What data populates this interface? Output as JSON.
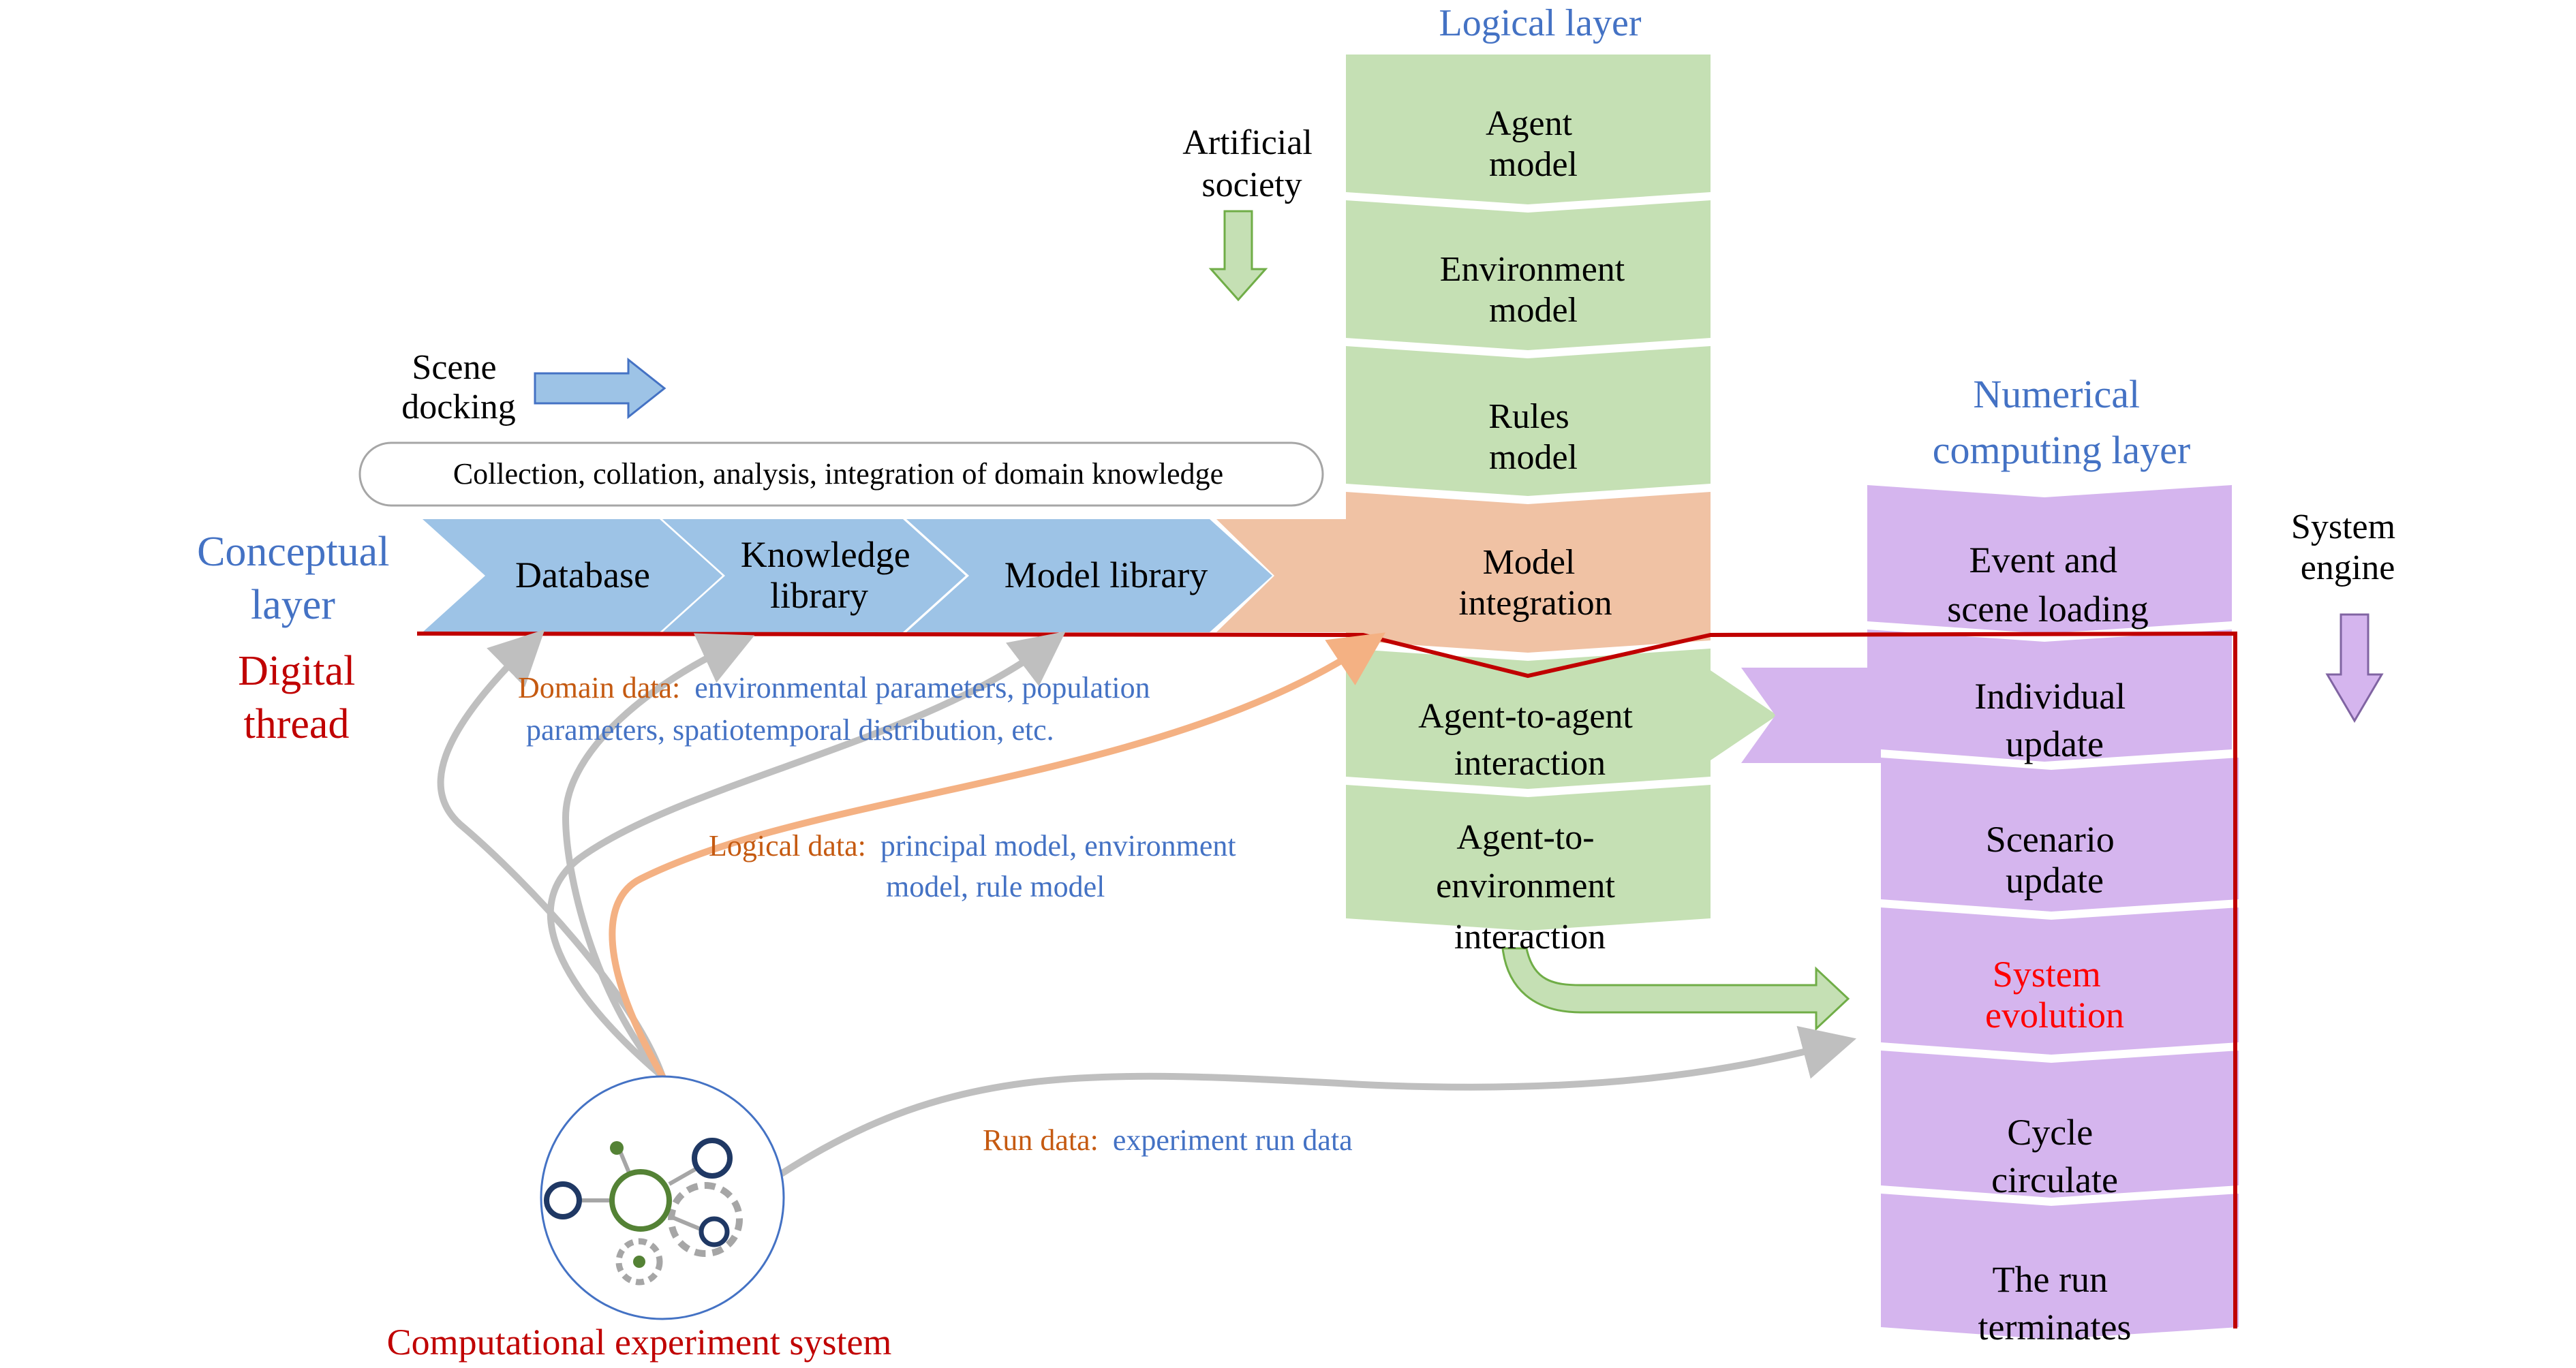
{
  "colors": {
    "blue_text": "#4472C4",
    "dark_red": "#C00000",
    "bright_red": "#FF0000",
    "orange_text": "#C55A11",
    "black": "#000000",
    "blue_fill": "#9DC3E6",
    "green_fill": "#C5E0B4",
    "orange_fill": "#F0C2A4",
    "purple_fill": "#D5B5EE",
    "grey_arrow": "#BFBFBF",
    "peach_arrow": "#F4B183"
  },
  "layers": {
    "logical": "Logical layer",
    "numerical": [
      "Numerical",
      "computing layer"
    ],
    "conceptual": [
      "Conceptual",
      "layer"
    ],
    "digital_thread": [
      "Digital",
      "thread"
    ]
  },
  "labels": {
    "artificial_society": [
      "Artificial",
      "society"
    ],
    "scene_docking": [
      "Scene",
      "docking"
    ],
    "system_engine": [
      "System",
      "engine"
    ],
    "domain_banner": "Collection, collation, analysis, integration of domain knowledge",
    "computational_system": "Computational experiment system"
  },
  "conceptual_chevrons": {
    "database": "Database",
    "knowledge": [
      "Knowledge",
      "library"
    ],
    "model_library": "Model library"
  },
  "logical_blocks": {
    "agent": [
      "Agent",
      "model"
    ],
    "environment": [
      "Environment",
      "model"
    ],
    "rules": [
      "Rules",
      "model"
    ],
    "integration": [
      "Model",
      "integration"
    ],
    "agent_agent": [
      "Agent-to-agent",
      "interaction"
    ],
    "agent_env": [
      "Agent-to-",
      "environment",
      "interaction"
    ]
  },
  "numerical_blocks": {
    "event": [
      "Event and",
      "scene loading"
    ],
    "individual": [
      "Individual",
      "update"
    ],
    "scenario": [
      "Scenario",
      "update"
    ],
    "evolution": [
      "System",
      "evolution"
    ],
    "cycle": [
      "Cycle",
      "circulate"
    ],
    "terminates": [
      "The run",
      "terminates"
    ]
  },
  "data_notes": {
    "domain_key": "Domain data:",
    "domain_val_1": "environmental parameters, population",
    "domain_val_2": "parameters, spatiotemporal distribution, etc.",
    "logical_key": "Logical data:",
    "logical_val_1": "principal model, environment",
    "logical_val_2": "model, rule model",
    "run_key": "Run data:",
    "run_val": "experiment run data"
  }
}
